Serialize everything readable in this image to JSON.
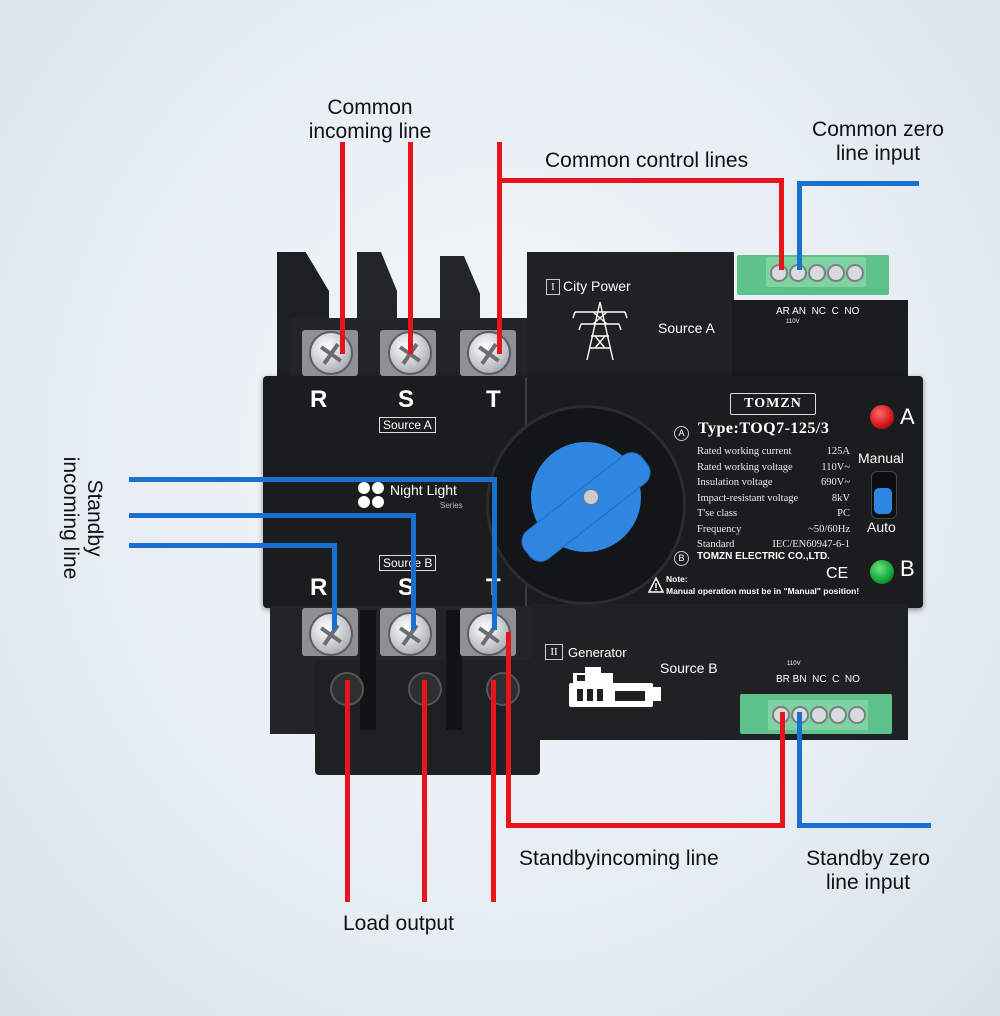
{
  "callouts": {
    "common_incoming": [
      "Common",
      "incoming line"
    ],
    "common_control": "Common control lines",
    "common_zero": [
      "Common zero",
      "line input"
    ],
    "standby_incoming_side": [
      "Standby",
      "incoming line"
    ],
    "standby_incoming_bottom": "Standbyincoming line",
    "load_output": "Load output",
    "standby_zero": [
      "Standby zero",
      "line input"
    ]
  },
  "device": {
    "top_phases": [
      "R",
      "S",
      "T"
    ],
    "bottom_phases": [
      "R",
      "S",
      "T"
    ],
    "source_a_tag": "Source A",
    "source_b_tag": "Source B",
    "series_name": "Night Light",
    "series_sub": "Series",
    "brand": "TOMZN",
    "type": "Type:TOQ7-125/3",
    "specs": [
      {
        "label": "Rated working current",
        "value": "125A"
      },
      {
        "label": "Rated working voltage",
        "value": "110V~"
      },
      {
        "label": "Insulation voltage",
        "value": "690V~"
      },
      {
        "label": "Impact-resistant voltage",
        "value": "8kV"
      },
      {
        "label": "T'se class",
        "value": "PC"
      },
      {
        "label": "Frequency",
        "value": "~50/60Hz"
      },
      {
        "label": "Standard",
        "value": "IEC/EN60947-6-1"
      }
    ],
    "maker": "TOMZN ELECTRIC CO.,LTD.",
    "note_title": "Note:",
    "note_text": "Manual operation must be in \"Manual\" position!",
    "ce": "CE",
    "pos_a": "A",
    "pos_b": "B",
    "led_a": "A",
    "led_b": "B",
    "manual": "Manual",
    "auto": "Auto",
    "city_power": "City Power",
    "generator": "Generator",
    "roman_1": "I",
    "roman_2": "II",
    "source_a": "Source A",
    "source_b": "Source B",
    "ctrl_top_labels": "AR AN  NC  C  NO",
    "ctrl_top_volt": "110V",
    "ctrl_bot_labels": "BR BN  NC  C  NO",
    "ctrl_bot_volt": "110V"
  },
  "colors": {
    "live_wire": "#e8141c",
    "neutral_wire": "#1a6fd1",
    "body": "#1e1f21",
    "knob": "#2f86e0",
    "terminal_green": "#5cc28a",
    "led_red": "#d0141a",
    "led_green": "#12a436"
  }
}
